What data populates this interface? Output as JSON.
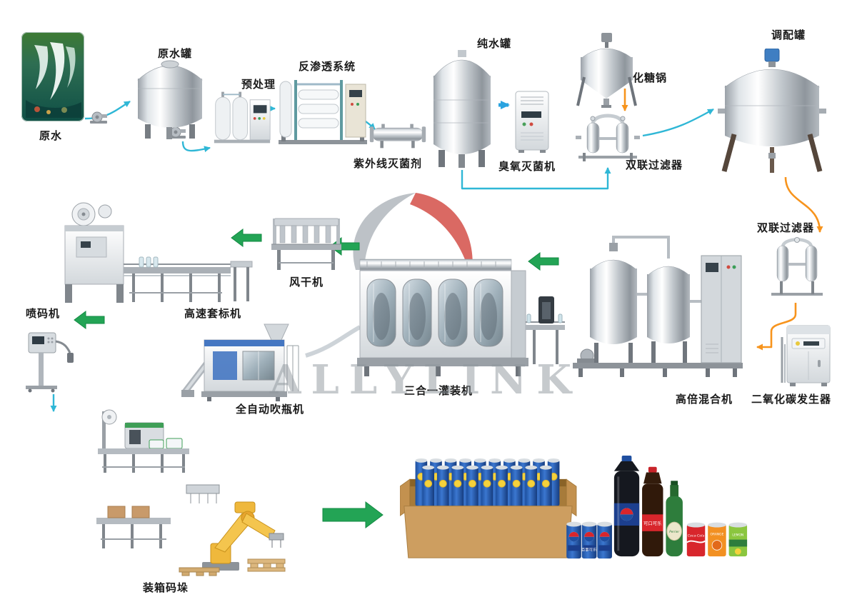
{
  "watermark": {
    "brand": "ALLYLINK"
  },
  "nodes": {
    "raw_water": "原水",
    "raw_water_tank": "原水罐",
    "pretreatment": "预处理",
    "ro_system": "反渗透系统",
    "uv_sterilizer": "紫外线灭菌剂",
    "pure_water_tank": "纯水罐",
    "ozone_sterilizer": "臭氧灭菌机",
    "sugar_melting_pot": "化糖锅",
    "duplex_filter_1": "双联过滤器",
    "blending_tank": "调配罐",
    "duplex_filter_2": "双联过滤器",
    "co2_generator": "二氧化碳发生器",
    "high_ratio_mixer": "高倍混合机",
    "triblock_filler": "三合一灌装机",
    "air_dryer": "风干机",
    "sleeve_labeler": "高速套标机",
    "inkjet_coder": "喷码机",
    "blow_molder": "全自动吹瓶机",
    "case_palletizer": "装箱码垛"
  },
  "products": {
    "pepsi_cans": "百事可乐",
    "coke_bottle": "可口可乐",
    "perrier": "Perrier",
    "coca_cola": "Coca-Cola",
    "orange_can": "ORANGE",
    "lemon_can": "LEMON"
  },
  "flow": [
    {
      "from": "raw_water",
      "to": "raw_water_tank",
      "line": "water"
    },
    {
      "from": "raw_water_tank",
      "to": "pretreatment",
      "line": "water"
    },
    {
      "from": "pretreatment",
      "to": "ro_system",
      "line": "water"
    },
    {
      "from": "ro_system",
      "to": "uv_sterilizer",
      "line": "water"
    },
    {
      "from": "uv_sterilizer",
      "to": "pure_water_tank",
      "line": "water"
    },
    {
      "from": "pure_water_tank",
      "to": "ozone_sterilizer",
      "line": "water"
    },
    {
      "from": "pure_water_tank",
      "to": "duplex_filter_1",
      "line": "water"
    },
    {
      "from": "sugar_melting_pot",
      "to": "duplex_filter_1",
      "line": "syrup"
    },
    {
      "from": "duplex_filter_1",
      "to": "blending_tank",
      "line": "water"
    },
    {
      "from": "blending_tank",
      "to": "duplex_filter_2",
      "line": "syrup"
    },
    {
      "from": "duplex_filter_2",
      "to": "high_ratio_mixer",
      "line": "syrup"
    },
    {
      "from": "co2_generator",
      "to": "high_ratio_mixer",
      "line": "syrup"
    },
    {
      "from": "high_ratio_mixer",
      "to": "triblock_filler",
      "line": "process"
    },
    {
      "from": "blow_molder",
      "to": "triblock_filler",
      "line": "process"
    },
    {
      "from": "triblock_filler",
      "to": "air_dryer",
      "line": "process"
    },
    {
      "from": "air_dryer",
      "to": "sleeve_labeler",
      "line": "process"
    },
    {
      "from": "sleeve_labeler",
      "to": "inkjet_coder",
      "line": "process"
    },
    {
      "from": "inkjet_coder",
      "to": "case_palletizer",
      "line": "process"
    },
    {
      "from": "case_palletizer",
      "to": "finished_product",
      "line": "process"
    }
  ],
  "colors": {
    "water_line": "#2fb7d6",
    "syrup_line": "#f7941d",
    "process_arrow": "#23a455",
    "label_text": "#1a1a1a"
  }
}
